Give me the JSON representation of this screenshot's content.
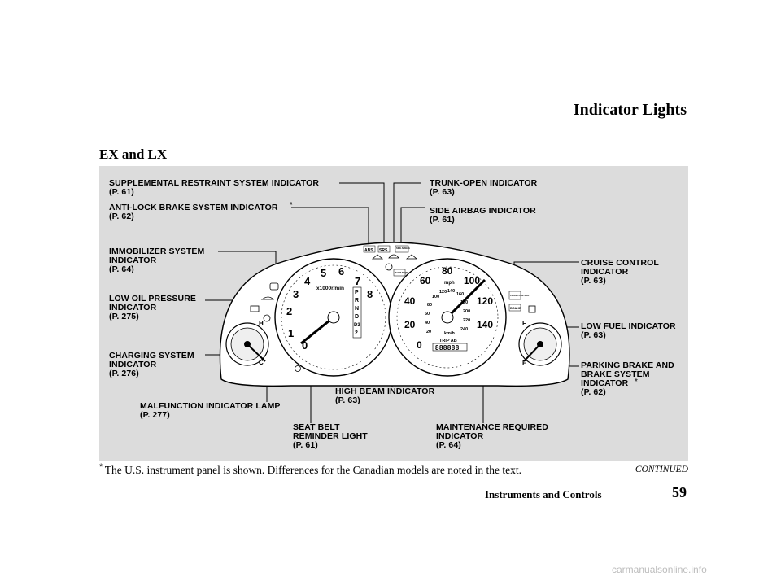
{
  "header": {
    "title": "Indicator Lights"
  },
  "section": {
    "heading": "EX and LX"
  },
  "labels": {
    "srs": {
      "text": "SUPPLEMENTAL RESTRAINT SYSTEM INDICATOR",
      "ref": "(P. 61)"
    },
    "abs": {
      "text": "ANTI-LOCK BRAKE SYSTEM INDICATOR",
      "ref": "(P. 62)"
    },
    "immobilizer": {
      "text": "IMMOBILIZER SYSTEM\nINDICATOR",
      "ref": "(P. 64)"
    },
    "oil": {
      "text": "LOW OIL PRESSURE\nINDICATOR",
      "ref": "(P. 275)"
    },
    "charging": {
      "text": "CHARGING SYSTEM\nINDICATOR",
      "ref": "(P. 276)"
    },
    "mil": {
      "text": "MALFUNCTION INDICATOR LAMP",
      "ref": "(P. 277)"
    },
    "seatbelt": {
      "text": "SEAT BELT\nREMINDER LIGHT",
      "ref": "(P. 61)"
    },
    "trunk": {
      "text": "TRUNK-OPEN INDICATOR",
      "ref": "(P. 63)"
    },
    "sideairbag": {
      "text": "SIDE AIRBAG INDICATOR",
      "ref": "(P. 61)"
    },
    "cruise": {
      "text": "CRUISE CONTROL\nINDICATOR",
      "ref": "(P. 63)"
    },
    "fuel": {
      "text": "LOW FUEL INDICATOR",
      "ref": "(P. 63)"
    },
    "parking": {
      "text": "PARKING BRAKE AND\nBRAKE SYSTEM\nINDICATOR",
      "ref": "(P. 62)"
    },
    "highbeam": {
      "text": "HIGH BEAM INDICATOR",
      "ref": "(P. 63)"
    },
    "maintenance": {
      "text": "MAINTENANCE REQUIRED\nINDICATOR",
      "ref": "(P. 64)"
    }
  },
  "gauges": {
    "tach_numbers": [
      "0",
      "1",
      "2",
      "3",
      "4",
      "5",
      "6",
      "7",
      "8"
    ],
    "tach_unit": "x1000r/min",
    "gear_letters": [
      "P",
      "R",
      "N",
      "D",
      "D3",
      "2"
    ],
    "speed_mph": [
      "0",
      "20",
      "40",
      "60",
      "80",
      "100",
      "120",
      "140"
    ],
    "speed_unit_mph": "mph",
    "speed_kmh": [
      "20",
      "40",
      "60",
      "80",
      "100",
      "120",
      "140",
      "160",
      "180",
      "200",
      "220",
      "240"
    ],
    "speed_unit_kmh": "km/h",
    "trip_label": "TRIP AB",
    "odometer": "888888",
    "temp_hot": "H",
    "temp_cold": "C",
    "fuel_full": "F",
    "fuel_empty": "E",
    "abs_tag": "ABS",
    "srs_tag": "SRS",
    "side_airbag_tag": "SIDE AIRBAG",
    "maint_tag": "MAINT REQD",
    "cruise_tag": "CRUISE CONTROL",
    "brake_tag": "BRAKE"
  },
  "footnote": {
    "mark": "*",
    "text": "The U.S. instrument panel is shown. Differences for the Canadian models are noted in the text."
  },
  "footer": {
    "continued": "CONTINUED",
    "section": "Instruments and Controls",
    "page": "59"
  },
  "watermark": "carmanualsonline.info"
}
